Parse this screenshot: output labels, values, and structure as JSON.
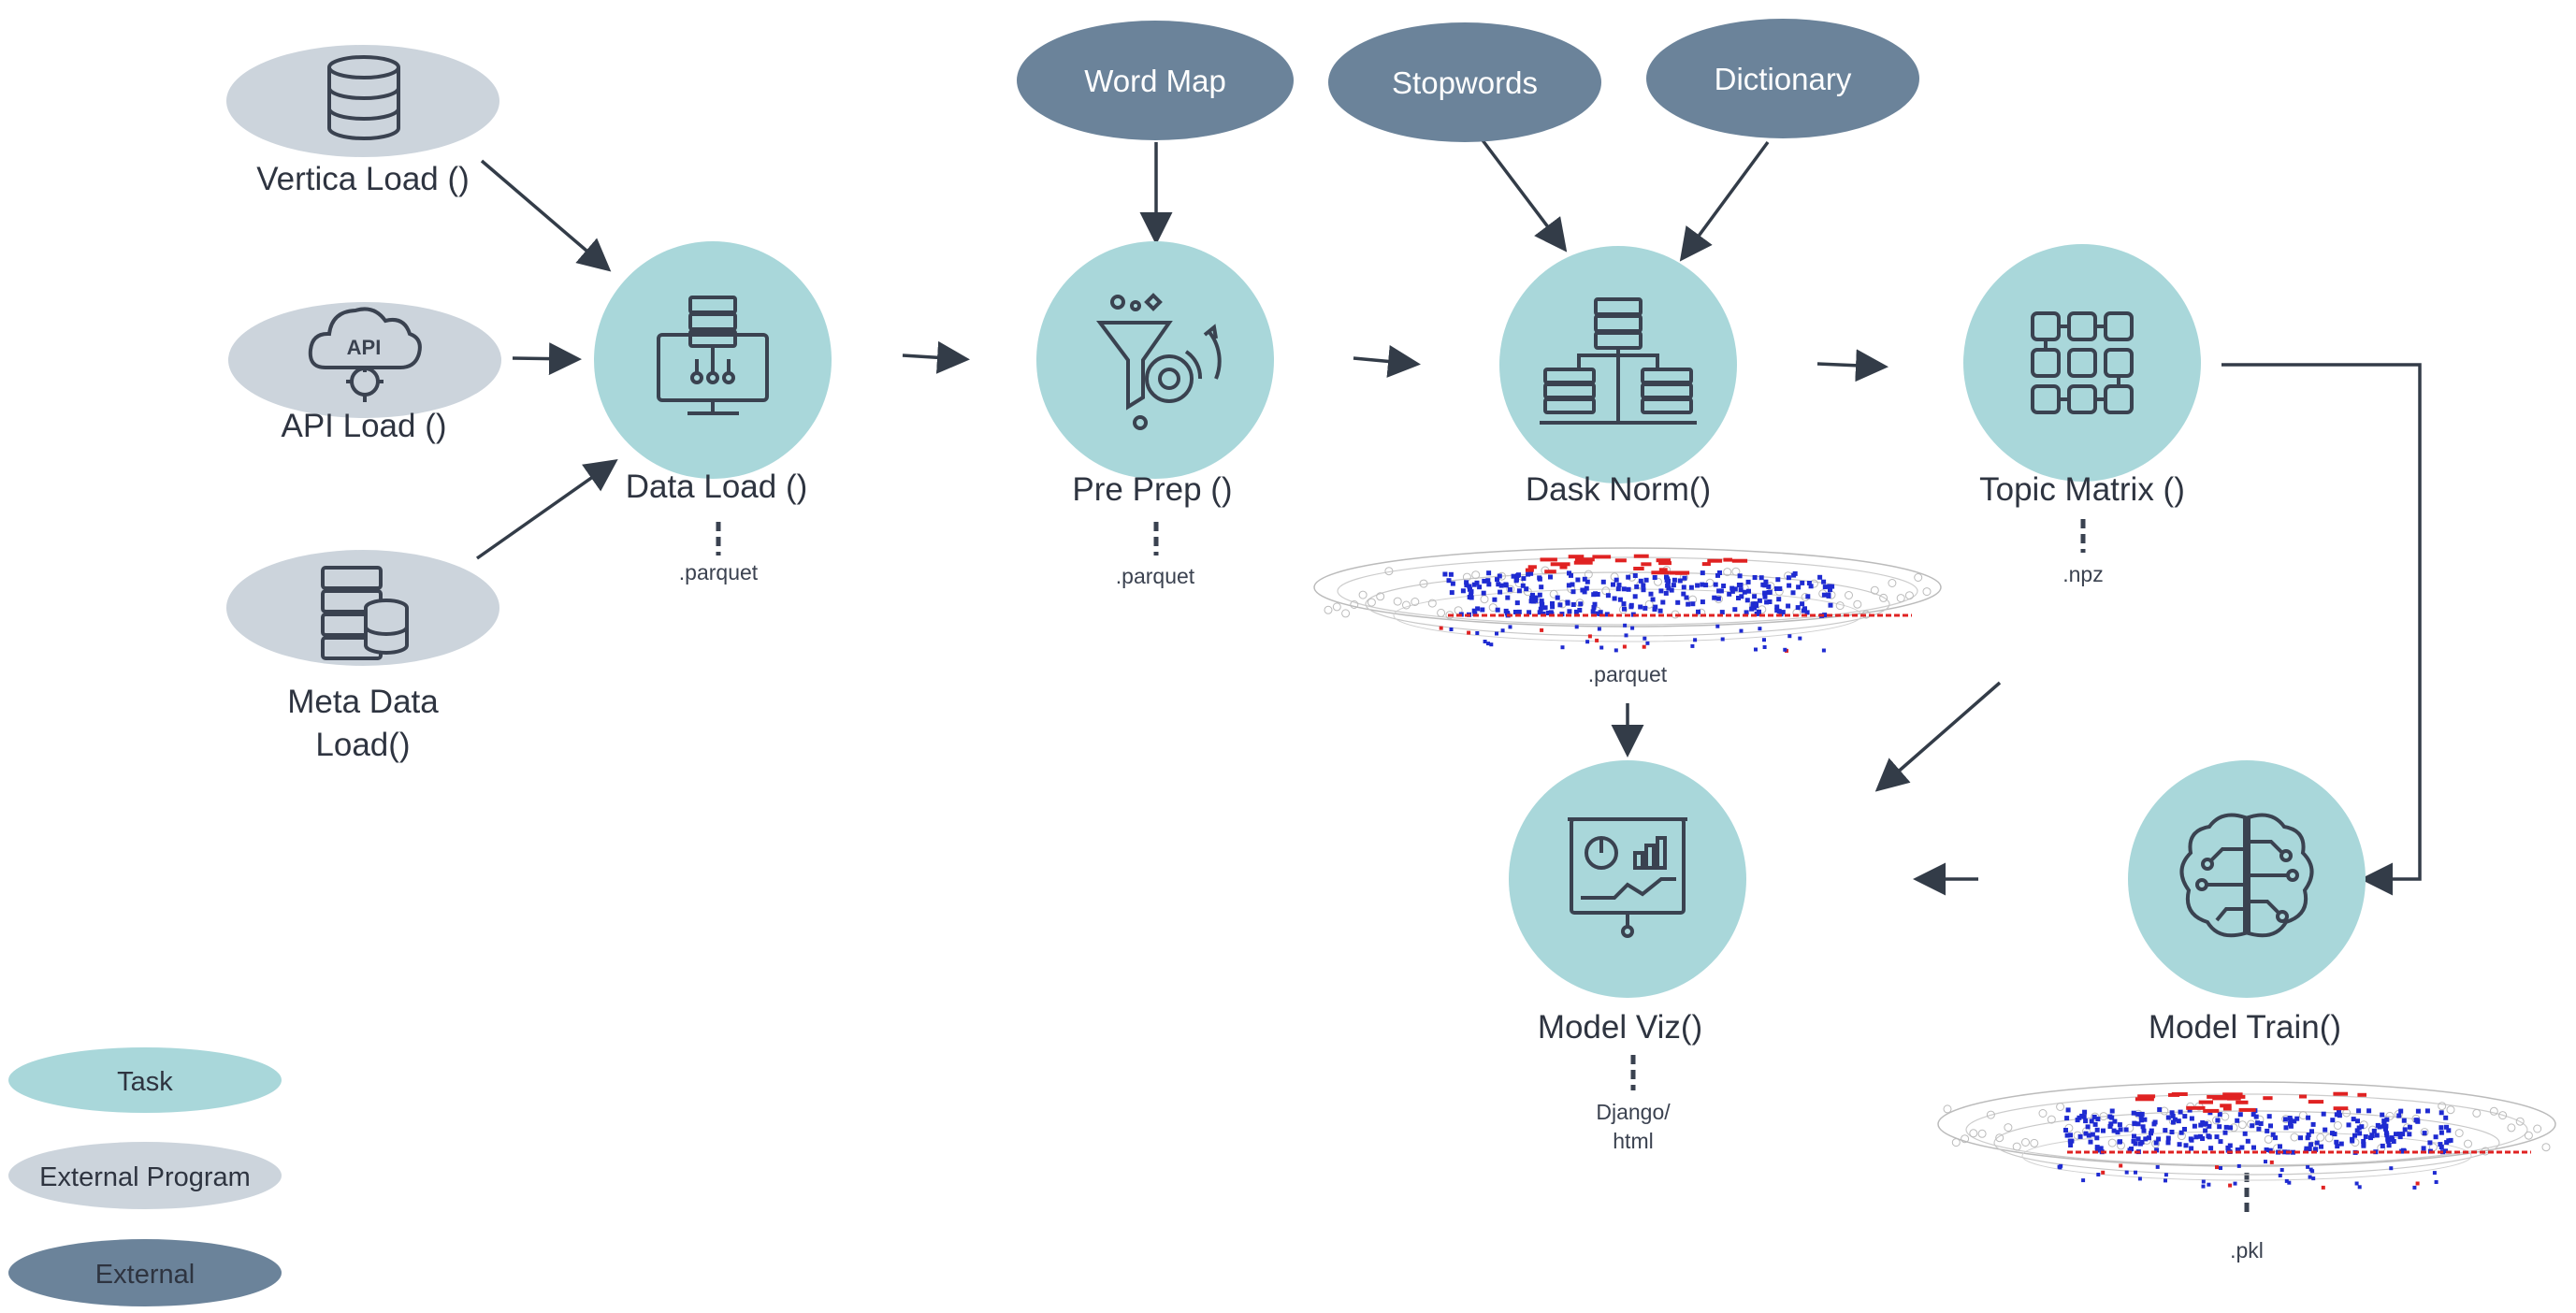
{
  "colors": {
    "task": "#a9d7da",
    "external_program": "#ccd4dc",
    "external": "#6b839a",
    "arrow": "#333c48",
    "icon": "#3a4250",
    "graph_blue": "#1f2bd1",
    "graph_red": "#e02222"
  },
  "nodes": {
    "vertica_load": {
      "label": "Vertica Load ()",
      "kind": "external_program",
      "icon": "database-icon"
    },
    "api_load": {
      "label": "API Load ()",
      "kind": "external_program",
      "icon": "api-cloud-icon"
    },
    "meta_data_load": {
      "label_line1": "Meta Data",
      "label_line2": "Load()",
      "kind": "external_program",
      "icon": "server-database-icon"
    },
    "data_load": {
      "label": "Data Load ()",
      "kind": "task",
      "icon": "computer-data-icon",
      "output": ".parquet"
    },
    "pre_prep": {
      "label": "Pre Prep ()",
      "kind": "task",
      "icon": "funnel-gear-icon",
      "output": ".parquet"
    },
    "dask_norm": {
      "label": "Dask Norm()",
      "kind": "task",
      "icon": "server-network-icon",
      "output": ".parquet"
    },
    "topic_matrix": {
      "label": "Topic Matrix ()",
      "kind": "task",
      "icon": "grid-matrix-icon",
      "output": ".npz"
    },
    "model_train": {
      "label": "Model Train()",
      "kind": "task",
      "icon": "brain-circuit-icon",
      "output": ".pkl"
    },
    "model_viz": {
      "label": "Model Viz()",
      "kind": "task",
      "icon": "presentation-chart-icon",
      "output_line1": "Django/",
      "output_line2": "html"
    },
    "word_map": {
      "label": "Word Map",
      "kind": "external"
    },
    "stopwords": {
      "label": "Stopwords",
      "kind": "external"
    },
    "dictionary": {
      "label": "Dictionary",
      "kind": "external"
    }
  },
  "legend": [
    {
      "label": "Task",
      "kind": "task"
    },
    {
      "label": "External Program",
      "kind": "external_program"
    },
    {
      "label": "External",
      "kind": "external"
    }
  ]
}
